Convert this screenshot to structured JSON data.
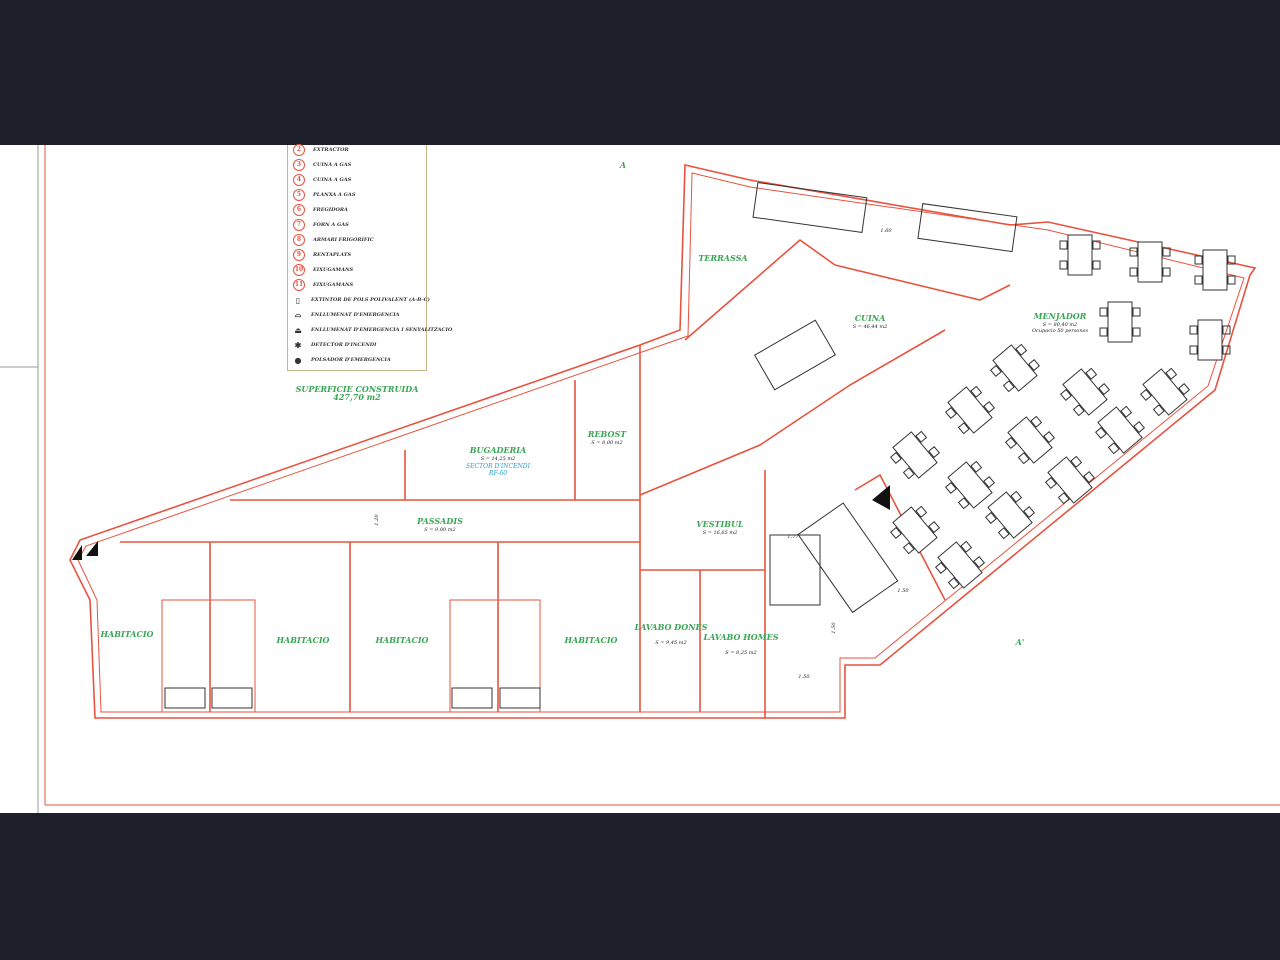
{
  "legend": [
    {
      "num": "2",
      "label": "EXTRACTOR"
    },
    {
      "num": "3",
      "label": "CUINA A GAS"
    },
    {
      "num": "4",
      "label": "CUINA A GAS"
    },
    {
      "num": "5",
      "label": "PLANXA A GAS"
    },
    {
      "num": "6",
      "label": "FREGIDORA"
    },
    {
      "num": "7",
      "label": "FORN A GAS"
    },
    {
      "num": "8",
      "label": "ARMARI FRIGORIFIC"
    },
    {
      "num": "9",
      "label": "RENTAPLATS"
    },
    {
      "num": "10",
      "label": "EIXUGAMANS"
    },
    {
      "num": "11",
      "label": "EIXUGAMANS"
    },
    {
      "num": "",
      "label": "EXTINTOR DE POLS POLIVALENT (A-B-C)",
      "icon": "extinguisher-icon"
    },
    {
      "num": "",
      "label": "ENLLUMENAT D'EMERGENCIA",
      "icon": "emergency-light-icon"
    },
    {
      "num": "",
      "label": "ENLLUMENAT D'EMERGENCIA I SENYALITZACIO",
      "icon": "emergency-sign-light-icon"
    },
    {
      "num": "",
      "label": "DETECTOR D'INCENDI",
      "icon": "fire-detector-icon"
    },
    {
      "num": "",
      "label": "POLSADOR D'EMERGENCIA",
      "icon": "emergency-button-icon"
    }
  ],
  "summary": {
    "title": "SUPERFICIE CONSTRUIDA",
    "value": "427,70 m2"
  },
  "rooms": {
    "terrassa": {
      "name": "TERRASSA"
    },
    "cuina": {
      "name": "CUINA",
      "area": "S = 46,44 m2"
    },
    "menjador": {
      "name": "MENJADOR",
      "area": "S = 80,40 m2",
      "occupancy": "Ocupacio 50 persones"
    },
    "rebost": {
      "name": "REBOST",
      "area": "S = 8,00 m2"
    },
    "bugaderia": {
      "name": "BUGADERIA",
      "area": "S = 14,25 m2",
      "sector": "SECTOR D'INCENDI",
      "rating": "RF-60"
    },
    "passadis": {
      "name": "PASSADIS",
      "area": "S = 9,00 m2"
    },
    "vestibul": {
      "name": "VESTIBUL",
      "area": "S = 16,65 m2"
    },
    "hab1": {
      "name": "HABITACIO"
    },
    "hab2": {
      "name": "HABITACIO"
    },
    "hab3": {
      "name": "HABITACIO"
    },
    "hab4": {
      "name": "HABITACIO"
    },
    "lavabo_dones": {
      "name": "LAVABO DONES",
      "area": "S = 9,45 m2"
    },
    "lavabo_homes": {
      "name": "LAVABO HOMES",
      "area": "S = 8,25 m2"
    }
  },
  "dimensions": {
    "d1": "1.20",
    "d2": "1.77",
    "d3": "1.50",
    "d4": "1.50",
    "d5": "1.60",
    "d6": "1.50"
  },
  "section_marks": {
    "top": "A",
    "bottom": "A'"
  },
  "colors": {
    "wall": "#e8533f",
    "label": "#3aa655",
    "sector": "#2a9fd0",
    "background": "#1d1f2b"
  }
}
